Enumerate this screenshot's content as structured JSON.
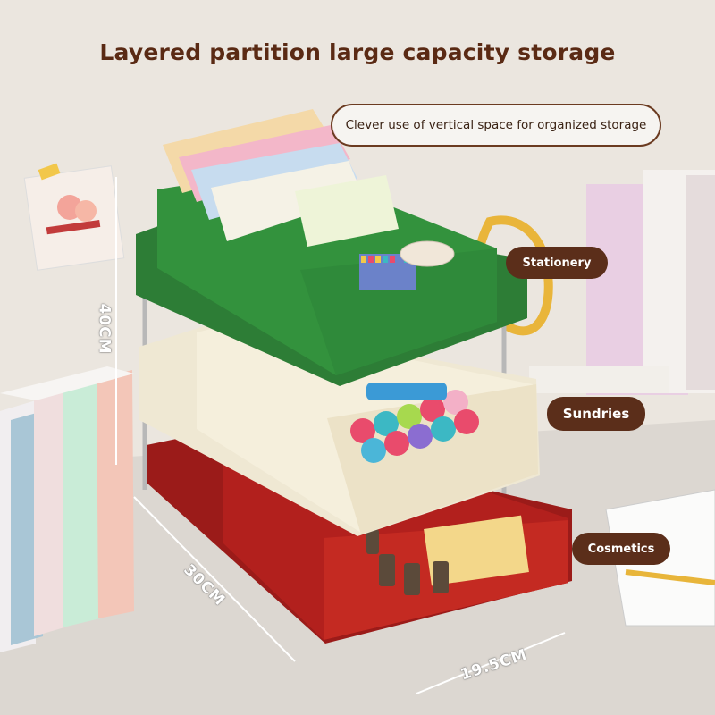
{
  "headline": "Layered partition large capacity storage",
  "subtitle": "Clever use of vertical space for organized storage",
  "labels": {
    "stationery": "Stationery",
    "sundries": "Sundries",
    "cosmetics": "Cosmetics"
  },
  "dimensions": {
    "height": "40CM",
    "depth": "30CM",
    "width": "19.5CM"
  },
  "colors": {
    "top_tier": "#2f8a3a",
    "middle_tier": "#efe8d3",
    "bottom_tier": "#b2201d",
    "label_bg": "#5b2e1a",
    "title_text": "#5a2a14"
  }
}
